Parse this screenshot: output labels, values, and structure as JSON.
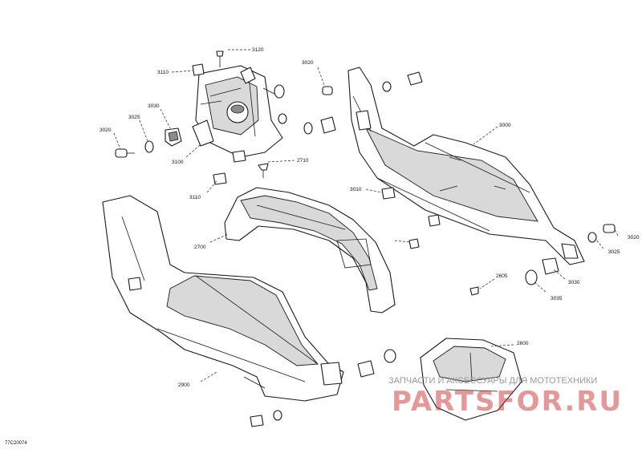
{
  "diagram_code": "77C20074",
  "watermark": {
    "tagline": "ЗАПЧАСТИ И АКСЕССУАРЫ ДЛЯ МОТОТЕХНИКИ",
    "brand": "PARTSFOR.RU"
  },
  "labels": {
    "p3120": "3120",
    "p3110a": "3110",
    "p3030a": "3030",
    "p3025a": "3025",
    "p3020a": "3020",
    "p3100": "3100",
    "p3110b": "3110",
    "p2710": "2710",
    "p3020b": "3020",
    "p3000": "3000",
    "p3010": "3010",
    "p2700": "2700",
    "p3020c": "3020",
    "p3025b": "3025",
    "p3030b": "3030",
    "p2605": "2605",
    "p3035": "3035",
    "p2600": "2600",
    "p2900": "2900"
  }
}
